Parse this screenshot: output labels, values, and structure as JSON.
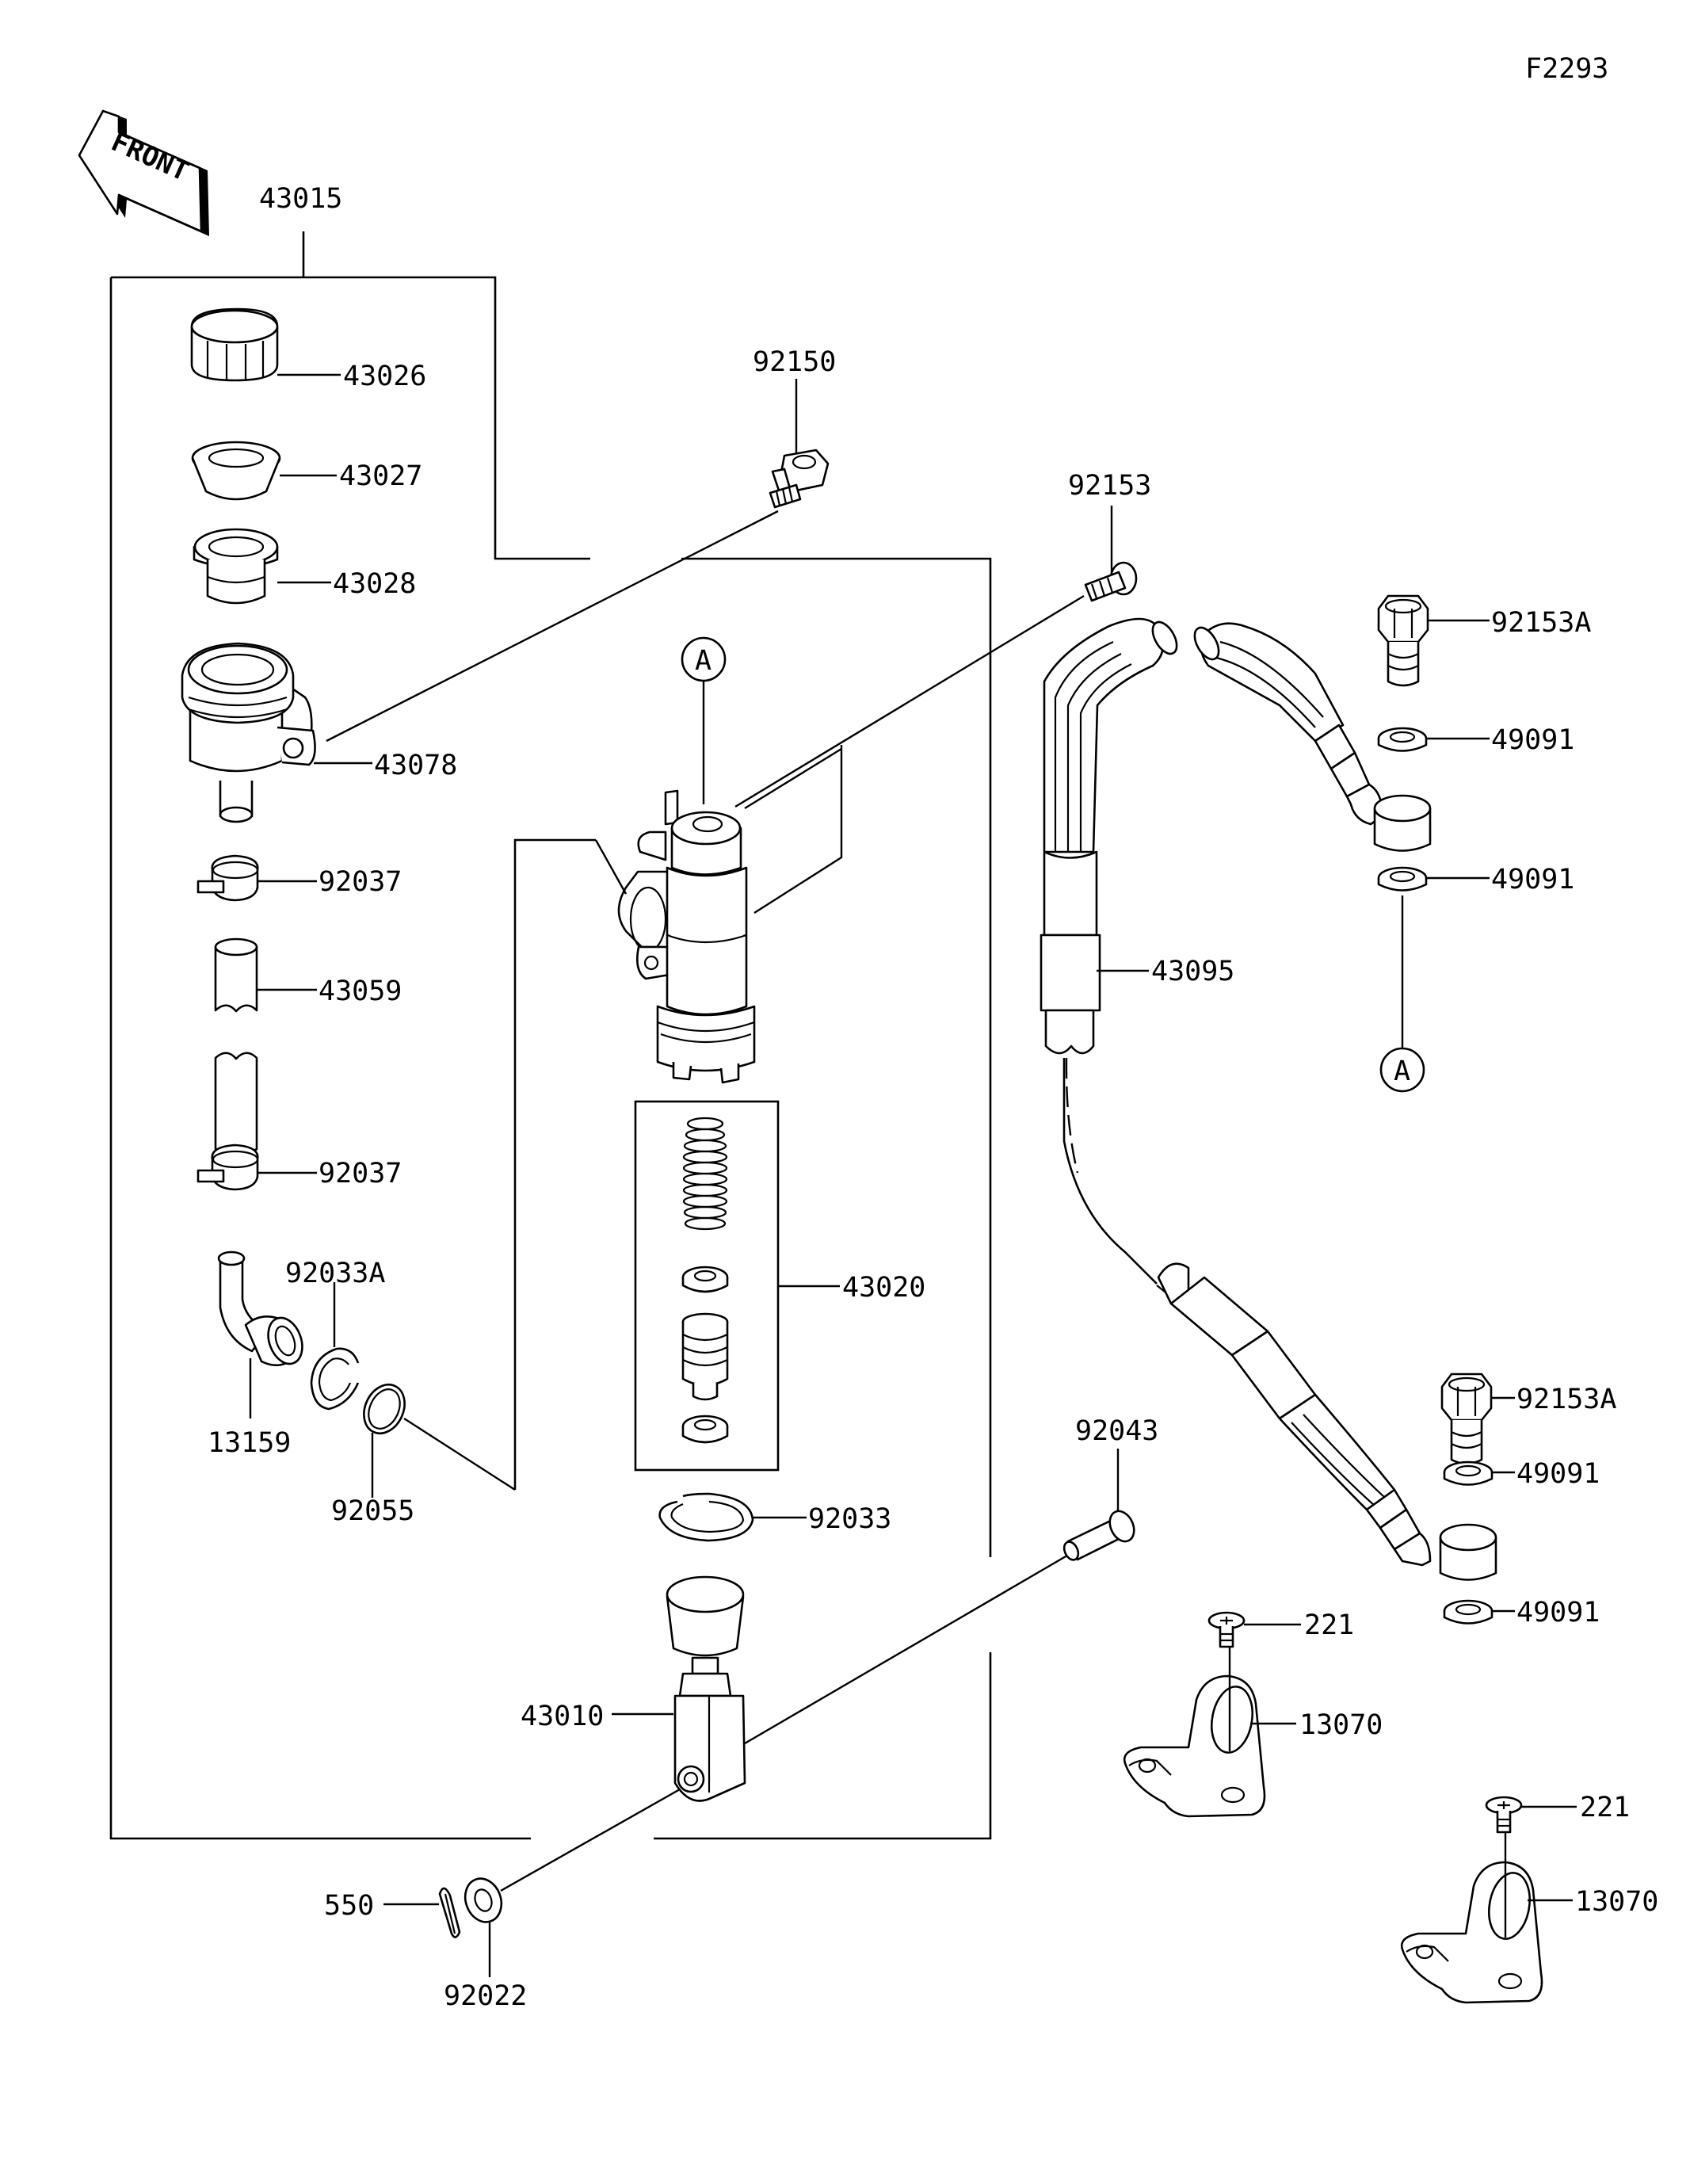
{
  "figure_code": "F2293",
  "front_label": "FRONT",
  "callout_letter": "A",
  "parts": {
    "p43015": "43015",
    "p43026": "43026",
    "p43027": "43027",
    "p43028": "43028",
    "p43078": "43078",
    "p92037a": "92037",
    "p43059": "43059",
    "p92037b": "92037",
    "p92033A": "92033A",
    "p13159": "13159",
    "p92055": "92055",
    "p92150": "92150",
    "p92153": "92153",
    "p43020": "43020",
    "p92033": "92033",
    "p43010": "43010",
    "p92043": "92043",
    "p550": "550",
    "p92022": "92022",
    "p43095": "43095",
    "p92153Aa": "92153A",
    "p49091a": "49091",
    "p49091b": "49091",
    "p92153Ab": "92153A",
    "p49091c": "49091",
    "p49091d": "49091",
    "p221a": "221",
    "p13070a": "13070",
    "p221b": "221",
    "p13070b": "13070"
  }
}
